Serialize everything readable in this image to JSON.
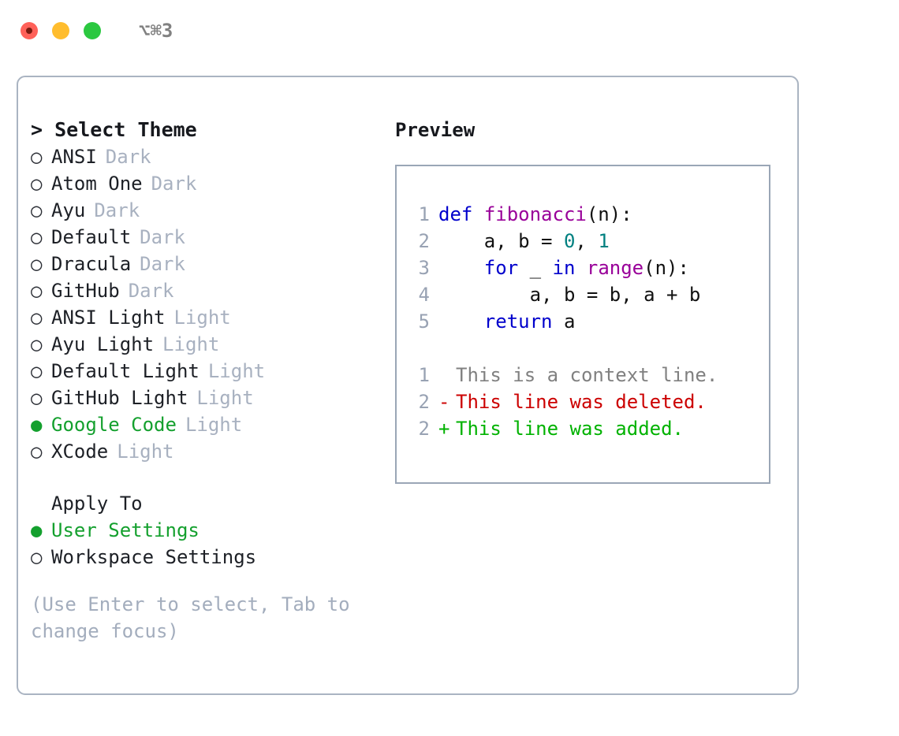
{
  "window": {
    "shortcut_label": "⌥⌘3",
    "traffic_lights": [
      {
        "name": "close",
        "color": "#ff6159"
      },
      {
        "name": "minimize",
        "color": "#ffbd2e"
      },
      {
        "name": "zoom",
        "color": "#2bc840"
      }
    ]
  },
  "colors": {
    "panel_border": "#aab4c2",
    "preview_border": "#9aa6b6",
    "selected_green": "#14a02e",
    "muted_gray": "#a8b1c0",
    "hint_gray": "#a3adbd",
    "lineno_gray": "#98a2b3",
    "keyword_blue": "#0000cc",
    "function_purple": "#990099",
    "number_teal": "#008080",
    "diff_add_green": "#00b200",
    "diff_del_red": "#cc0000",
    "diff_context_gray": "#808080"
  },
  "theme_picker": {
    "heading": "> Select Theme",
    "caret": ">",
    "heading_text": "Select Theme",
    "bullet_off": "○",
    "bullet_on": "●",
    "items": [
      {
        "name": "ANSI",
        "kind": "Dark",
        "selected": false
      },
      {
        "name": "Atom One",
        "kind": "Dark",
        "selected": false
      },
      {
        "name": "Ayu",
        "kind": "Dark",
        "selected": false
      },
      {
        "name": "Default",
        "kind": "Dark",
        "selected": false
      },
      {
        "name": "Dracula",
        "kind": "Dark",
        "selected": false
      },
      {
        "name": "GitHub",
        "kind": "Dark",
        "selected": false
      },
      {
        "name": "ANSI Light",
        "kind": "Light",
        "selected": false
      },
      {
        "name": "Ayu Light",
        "kind": "Light",
        "selected": false
      },
      {
        "name": "Default Light",
        "kind": "Light",
        "selected": false
      },
      {
        "name": "GitHub Light",
        "kind": "Light",
        "selected": false
      },
      {
        "name": "Google Code",
        "kind": "Light",
        "selected": true
      },
      {
        "name": "XCode",
        "kind": "Light",
        "selected": false
      }
    ]
  },
  "apply_to": {
    "heading": "Apply To",
    "items": [
      {
        "name": "User Settings",
        "selected": true
      },
      {
        "name": "Workspace Settings",
        "selected": false
      }
    ]
  },
  "hint": "(Use Enter to select, Tab to change focus)",
  "preview": {
    "title": "Preview",
    "code_lines": [
      {
        "no": "1",
        "tokens": [
          {
            "t": "def",
            "c": "kw"
          },
          {
            "t": " ",
            "c": "pl"
          },
          {
            "t": "fibonacci",
            "c": "fn"
          },
          {
            "t": "(n):",
            "c": "pl"
          }
        ]
      },
      {
        "no": "2",
        "tokens": [
          {
            "t": "    a, b = ",
            "c": "pl"
          },
          {
            "t": "0",
            "c": "num"
          },
          {
            "t": ", ",
            "c": "pl"
          },
          {
            "t": "1",
            "c": "num"
          }
        ]
      },
      {
        "no": "3",
        "tokens": [
          {
            "t": "    ",
            "c": "pl"
          },
          {
            "t": "for",
            "c": "kw"
          },
          {
            "t": " _ ",
            "c": "pl"
          },
          {
            "t": "in",
            "c": "kw"
          },
          {
            "t": " ",
            "c": "pl"
          },
          {
            "t": "range",
            "c": "fn"
          },
          {
            "t": "(n):",
            "c": "pl"
          }
        ]
      },
      {
        "no": "4",
        "tokens": [
          {
            "t": "        a, b = b, a + b",
            "c": "pl"
          }
        ]
      },
      {
        "no": "5",
        "tokens": [
          {
            "t": "    ",
            "c": "pl"
          },
          {
            "t": "return",
            "c": "kw"
          },
          {
            "t": " a",
            "c": "pl"
          }
        ]
      }
    ],
    "diff_lines": [
      {
        "no": "1",
        "marker": " ",
        "marker_kind": "blank",
        "text": "This is a context line.",
        "kind": "ctx"
      },
      {
        "no": "2",
        "marker": "-",
        "marker_kind": "minus",
        "text": "This line was deleted.",
        "kind": "del"
      },
      {
        "no": "2",
        "marker": "+",
        "marker_kind": "plus",
        "text": "This line was added.",
        "kind": "add"
      }
    ]
  }
}
